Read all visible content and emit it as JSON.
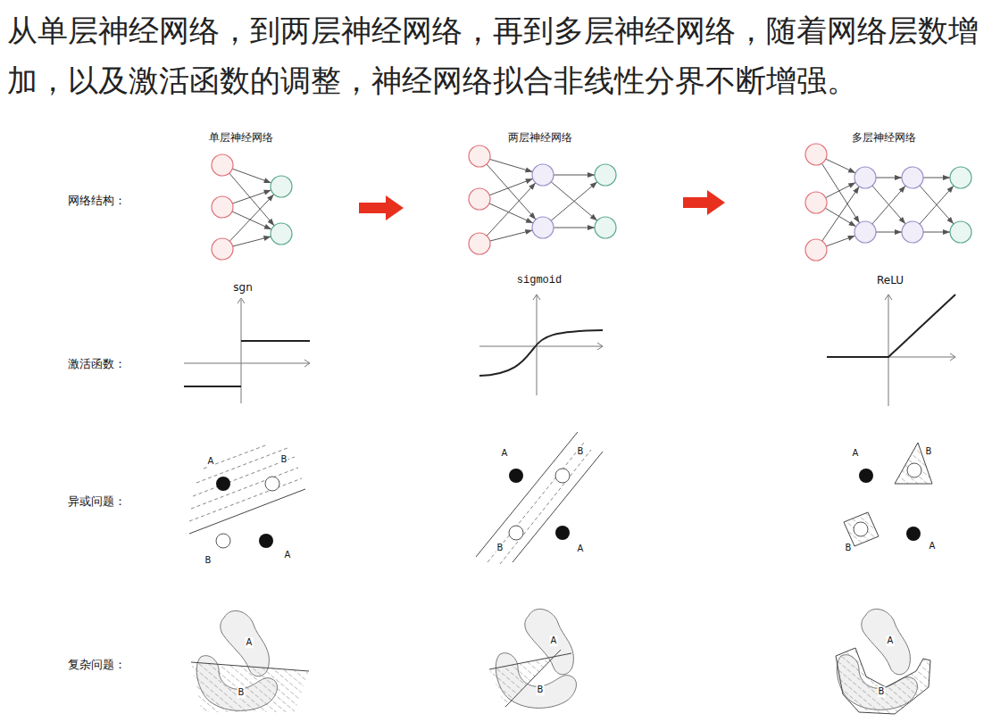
{
  "diagram": {
    "title": "从单层神经网络，到两层神经网络，再到多层神经网络，随着网络层数增加，以及激活函数的调整，神经网络拟合非线性分界不断增强。",
    "labels": [
      "单层神经网络",
      "两层神经网络",
      "多层神经网络",
      "网络结构：",
      "激活函数：",
      "异或问题：",
      "复杂问题：",
      "sgn",
      "sigmoid",
      "ReLU",
      "A",
      "B",
      "B",
      "A",
      "A",
      "B",
      "B",
      "A",
      "A",
      "B",
      "B",
      "A",
      "A",
      "B",
      "A",
      "B",
      "A",
      "B"
    ]
  }
}
